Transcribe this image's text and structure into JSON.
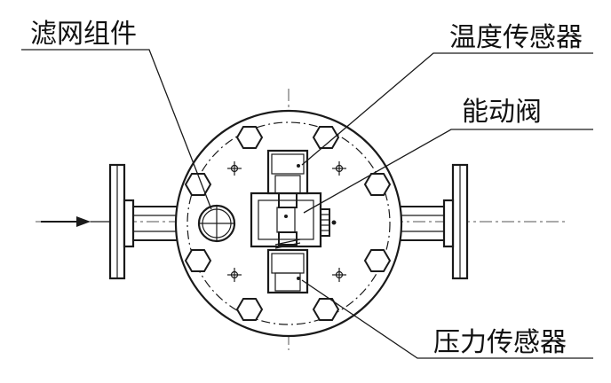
{
  "labels": {
    "filter_assembly": "滤网组件",
    "temperature_sensor": "温度传感器",
    "energy_valve": "能动阀",
    "pressure_sensor": "压力传感器"
  },
  "colors": {
    "line": "#1a1a1a",
    "background": "#ffffff"
  }
}
